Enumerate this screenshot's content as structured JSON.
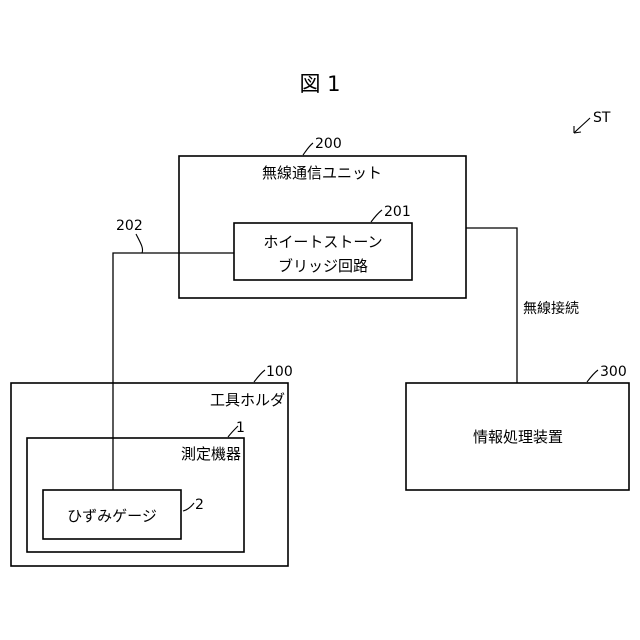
{
  "figure": {
    "title": "図 1",
    "system_ref": "ST"
  },
  "blocks": {
    "wireless_unit": {
      "label": "無線通信ユニット",
      "ref": "200"
    },
    "bridge": {
      "label_line1": "ホイートストーン",
      "label_line2": "ブリッジ回路",
      "ref": "201"
    },
    "tool_holder": {
      "label": "工具ホルダ",
      "ref": "100"
    },
    "measuring_device": {
      "label": "測定機器",
      "ref": "1"
    },
    "strain_gauge": {
      "label": "ひずみゲージ",
      "ref": "2"
    },
    "info_processor": {
      "label": "情報処理装置",
      "ref": "300"
    }
  },
  "connections": {
    "wire_ref": "202",
    "wireless_label": "無線接続"
  }
}
